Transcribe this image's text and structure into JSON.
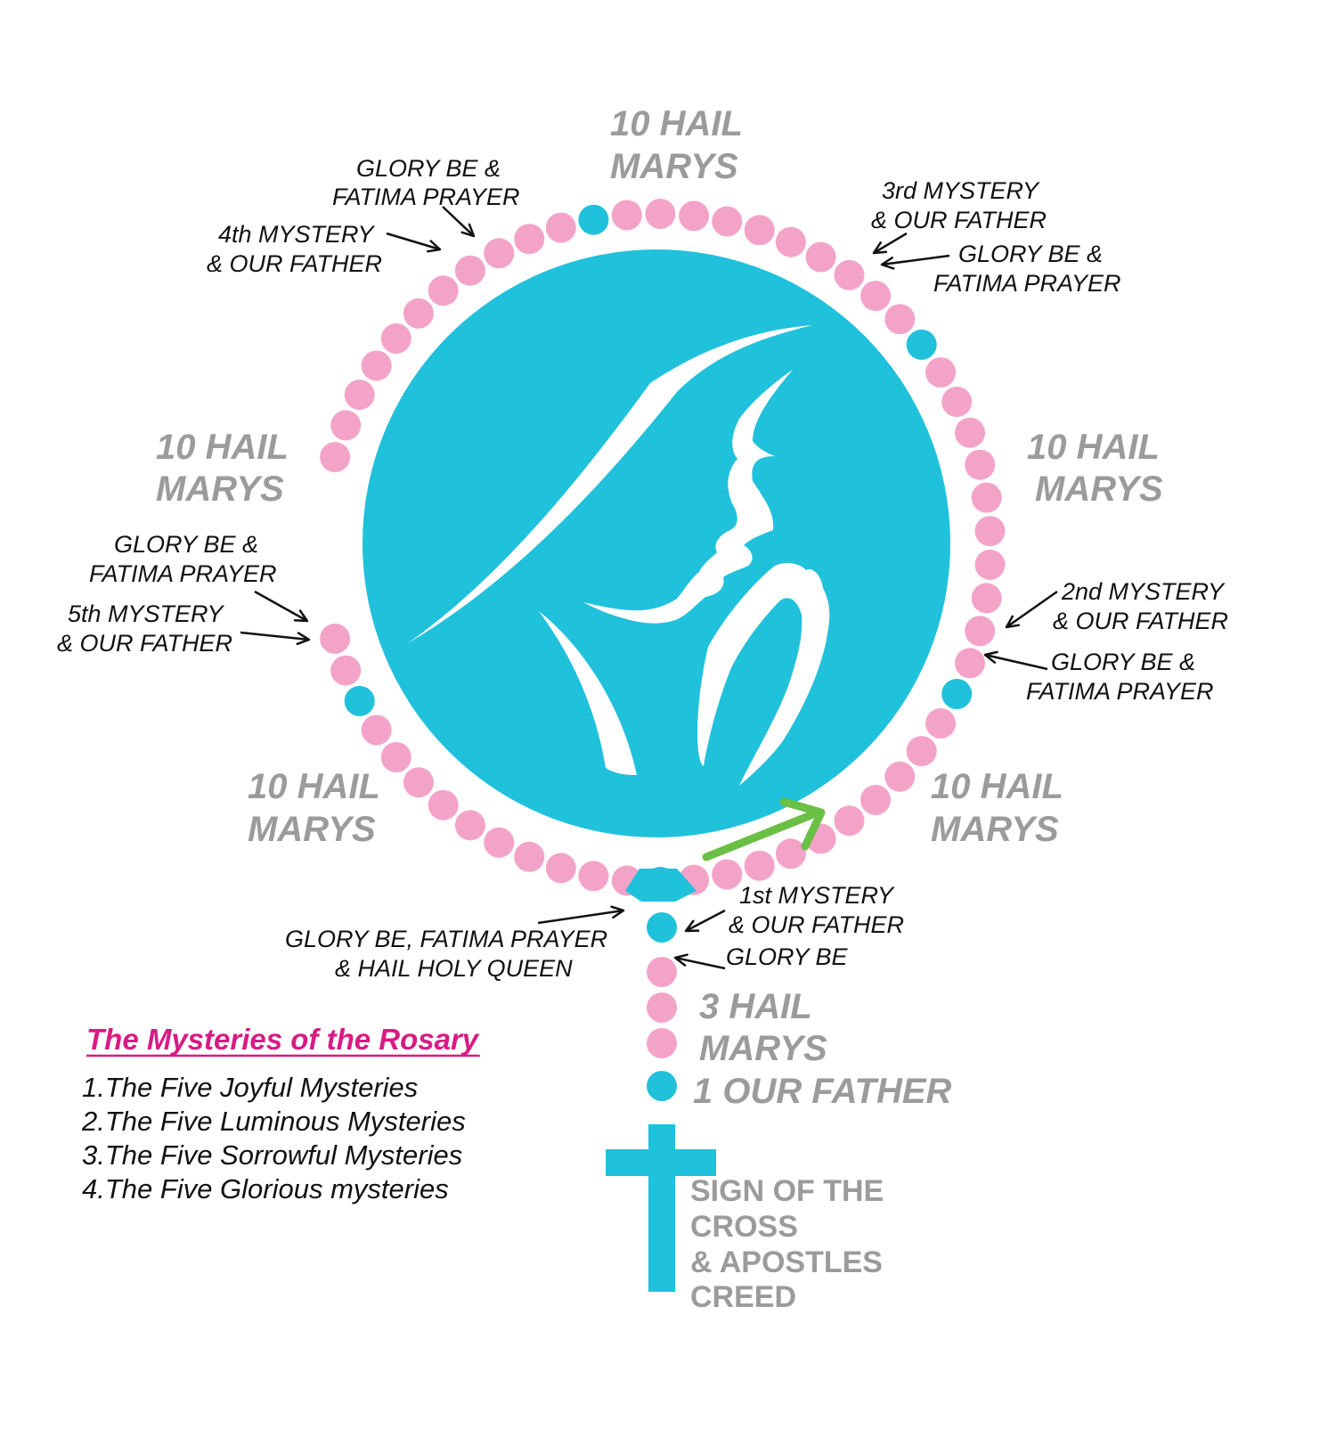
{
  "colors": {
    "blue": "#20c1db",
    "pink": "#f4a3c8",
    "gray": "#9b9b9b",
    "black": "#111111",
    "magenta": "#d81b84",
    "green": "#6abf45",
    "white": "#ffffff"
  },
  "icons": [
    "praying-madonna-icon",
    "crucifix-icon",
    "direction-arrow-icon"
  ],
  "labels": {
    "hail_marys_top": [
      "10 HAIL",
      "MARYS"
    ],
    "hail_marys_upper_left": [
      "10 HAIL",
      "MARYS"
    ],
    "hail_marys_upper_right": [
      "10 HAIL",
      "MARYS"
    ],
    "hail_marys_lower_left": [
      "10 HAIL",
      "MARYS"
    ],
    "hail_marys_lower_right": [
      "10 HAIL",
      "MARYS"
    ],
    "glory_fatima_top_left": [
      "GLORY BE &",
      "FATIMA PRAYER"
    ],
    "mystery_4": [
      "4th MYSTERY",
      "& OUR FATHER"
    ],
    "mystery_3": [
      "3rd MYSTERY",
      "& OUR FATHER"
    ],
    "glory_fatima_top_right": [
      "GLORY BE &",
      "FATIMA PRAYER"
    ],
    "glory_fatima_left": [
      "GLORY BE &",
      "FATIMA PRAYER"
    ],
    "mystery_5": [
      "5th MYSTERY",
      "& OUR FATHER"
    ],
    "mystery_2": [
      "2nd MYSTERY",
      "& OUR FATHER"
    ],
    "glory_fatima_right": [
      "GLORY BE &",
      "FATIMA PRAYER"
    ],
    "mystery_1": [
      "1st MYSTERY",
      "& OUR FATHER"
    ],
    "glory_be": "GLORY BE",
    "closing_prayers": [
      "GLORY BE, FATIMA PRAYER",
      "& HAIL HOLY QUEEN"
    ],
    "three_hail_marys": [
      "3 HAIL",
      "MARYS"
    ],
    "one_our_father": "1 OUR FATHER",
    "sign_of_cross": [
      "SIGN OF THE",
      "CROSS",
      "& APOSTLES",
      "CREED"
    ]
  },
  "legend": {
    "title": "The Mysteries of the Rosary",
    "items": [
      "1.The Five Joyful Mysteries",
      "2.The Five Luminous Mysteries",
      "3.The Five Sorrowful Mysteries",
      "4.The Five Glorious mysteries"
    ]
  }
}
